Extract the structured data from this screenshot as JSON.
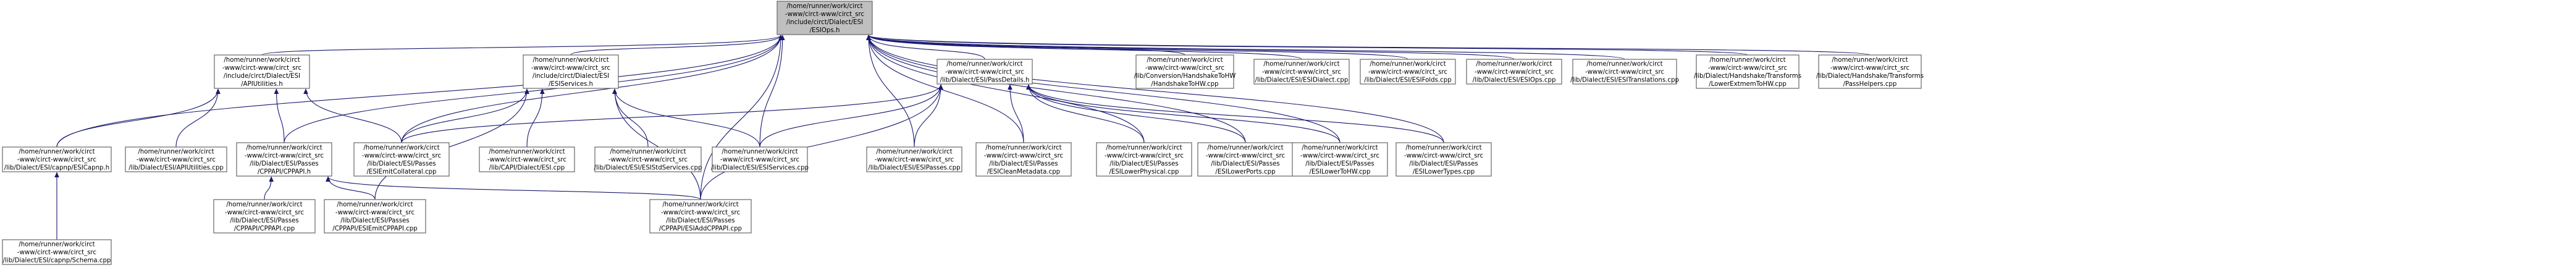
{
  "graph": {
    "type": "include-dependency-graph",
    "edge_color": "#191970",
    "root_fill": "#bfbfbf",
    "nodes": [
      {
        "id": "esiops_h",
        "lines": [
          "/home/runner/work/circt",
          "-www/circt-www/circt_src",
          "/include/circt/Dialect/ESI",
          "/ESIOps.h"
        ],
        "root": true
      },
      {
        "id": "apiutilities_h",
        "lines": [
          "/home/runner/work/circt",
          "-www/circt-www/circt_src",
          "/include/circt/Dialect/ESI",
          "/APIUtilities.h"
        ]
      },
      {
        "id": "esiservices_h",
        "lines": [
          "/home/runner/work/circt",
          "-www/circt-www/circt_src",
          "/include/circt/Dialect/ESI",
          "/ESIServices.h"
        ]
      },
      {
        "id": "esipassdetails_h",
        "lines": [
          "/home/runner/work/circt",
          "-www/circt-www/circt_src",
          "/lib/Dialect/ESI/PassDetails.h"
        ]
      },
      {
        "id": "handshaketohw_cpp",
        "lines": [
          "/home/runner/work/circt",
          "-www/circt-www/circt_src",
          "/lib/Conversion/HandshakeToHW",
          "/HandshakeToHW.cpp"
        ]
      },
      {
        "id": "esidialect_cpp",
        "lines": [
          "/home/runner/work/circt",
          "-www/circt-www/circt_src",
          "/lib/Dialect/ESI/ESIDialect.cpp"
        ]
      },
      {
        "id": "esifolds_cpp",
        "lines": [
          "/home/runner/work/circt",
          "-www/circt-www/circt_src",
          "/lib/Dialect/ESI/ESIFolds.cpp"
        ]
      },
      {
        "id": "esiops_cpp",
        "lines": [
          "/home/runner/work/circt",
          "-www/circt-www/circt_src",
          "/lib/Dialect/ESI/ESIOps.cpp"
        ]
      },
      {
        "id": "esitranslations_cpp",
        "lines": [
          "/home/runner/work/circt",
          "-www/circt-www/circt_src",
          "/lib/Dialect/ESI/ESITranslations.cpp"
        ]
      },
      {
        "id": "lowerextmemtohw_cpp",
        "lines": [
          "/home/runner/work/circt",
          "-www/circt-www/circt_src",
          "/lib/Dialect/Handshake/Transforms",
          "/LowerExtmemToHW.cpp"
        ]
      },
      {
        "id": "passhelpers_cpp",
        "lines": [
          "/home/runner/work/circt",
          "-www/circt-www/circt_src",
          "/lib/Dialect/Handshake/Transforms",
          "/PassHelpers.cpp"
        ]
      },
      {
        "id": "esicapnp_h",
        "lines": [
          "/home/runner/work/circt",
          "-www/circt-www/circt_src",
          "/lib/Dialect/ESI/capnp/ESICapnp.h"
        ]
      },
      {
        "id": "esiapiutilities_cpp",
        "lines": [
          "/home/runner/work/circt",
          "-www/circt-www/circt_src",
          "/lib/Dialect/ESI/APIUtilities.cpp"
        ]
      },
      {
        "id": "cppapi_h",
        "lines": [
          "/home/runner/work/circt",
          "-www/circt-www/circt_src",
          "/lib/Dialect/ESI/Passes",
          "/CPPAPI/CPPAPI.h"
        ]
      },
      {
        "id": "esiemitcollateral_cpp",
        "lines": [
          "/home/runner/work/circt",
          "-www/circt-www/circt_src",
          "/lib/Dialect/ESI/Passes",
          "/ESIEmitCollateral.cpp"
        ]
      },
      {
        "id": "capi_esi_cpp",
        "lines": [
          "/home/runner/work/circt",
          "-www/circt-www/circt_src",
          "/lib/CAPI/Dialect/ESI.cpp"
        ]
      },
      {
        "id": "esistdservices_cpp",
        "lines": [
          "/home/runner/work/circt",
          "-www/circt-www/circt_src",
          "/lib/Dialect/ESI/ESIStdServices.cpp"
        ]
      },
      {
        "id": "esiservices_cpp",
        "lines": [
          "/home/runner/work/circt",
          "-www/circt-www/circt_src",
          "/lib/Dialect/ESI/ESIServices.cpp"
        ]
      },
      {
        "id": "esipasses_cpp",
        "lines": [
          "/home/runner/work/circt",
          "-www/circt-www/circt_src",
          "/lib/Dialect/ESI/ESIPasses.cpp"
        ]
      },
      {
        "id": "esicleanmetadata_cpp",
        "lines": [
          "/home/runner/work/circt",
          "-www/circt-www/circt_src",
          "/lib/Dialect/ESI/Passes",
          "/ESICleanMetadata.cpp"
        ]
      },
      {
        "id": "esilowerphysical_cpp",
        "lines": [
          "/home/runner/work/circt",
          "-www/circt-www/circt_src",
          "/lib/Dialect/ESI/Passes",
          "/ESILowerPhysical.cpp"
        ]
      },
      {
        "id": "esilowerports_cpp",
        "lines": [
          "/home/runner/work/circt",
          "-www/circt-www/circt_src",
          "/lib/Dialect/ESI/Passes",
          "/ESILowerPorts.cpp"
        ]
      },
      {
        "id": "esilowertohw_cpp",
        "lines": [
          "/home/runner/work/circt",
          "-www/circt-www/circt_src",
          "/lib/Dialect/ESI/Passes",
          "/ESILowerToHW.cpp"
        ]
      },
      {
        "id": "esilowertypes_cpp",
        "lines": [
          "/home/runner/work/circt",
          "-www/circt-www/circt_src",
          "/lib/Dialect/ESI/Passes",
          "/ESILowerTypes.cpp"
        ]
      },
      {
        "id": "cppapi_cpp",
        "lines": [
          "/home/runner/work/circt",
          "-www/circt-www/circt_src",
          "/lib/Dialect/ESI/Passes",
          "/CPPAPI/CPPAPI.cpp"
        ]
      },
      {
        "id": "esiemitcppapi_cpp",
        "lines": [
          "/home/runner/work/circt",
          "-www/circt-www/circt_src",
          "/lib/Dialect/ESI/Passes",
          "/CPPAPI/ESIEmitCPPAPI.cpp"
        ]
      },
      {
        "id": "esiaddcppapi_cpp",
        "lines": [
          "/home/runner/work/circt",
          "-www/circt-www/circt_src",
          "/lib/Dialect/ESI/Passes",
          "/CPPAPI/ESIAddCPPAPI.cpp"
        ]
      },
      {
        "id": "schema_cpp",
        "lines": [
          "/home/runner/work/circt",
          "-www/circt-www/circt_src",
          "/lib/Dialect/ESI/capnp/Schema.cpp"
        ]
      }
    ],
    "edges": [
      [
        "apiutilities_h",
        "esiops_h"
      ],
      [
        "esiservices_h",
        "esiops_h"
      ],
      [
        "esipassdetails_h",
        "esiops_h"
      ],
      [
        "handshaketohw_cpp",
        "esiops_h"
      ],
      [
        "esidialect_cpp",
        "esiops_h"
      ],
      [
        "esifolds_cpp",
        "esiops_h"
      ],
      [
        "esiops_cpp",
        "esiops_h"
      ],
      [
        "esitranslations_cpp",
        "esiops_h"
      ],
      [
        "lowerextmemtohw_cpp",
        "esiops_h"
      ],
      [
        "passhelpers_cpp",
        "esiops_h"
      ],
      [
        "esicapnp_h",
        "esiops_h"
      ],
      [
        "cppapi_h",
        "esiops_h"
      ],
      [
        "esiemitcollateral_cpp",
        "esiops_h"
      ],
      [
        "esiservices_cpp",
        "esiops_h"
      ],
      [
        "esipasses_cpp",
        "esiops_h"
      ],
      [
        "esicleanmetadata_cpp",
        "esiops_h"
      ],
      [
        "esilowerphysical_cpp",
        "esiops_h"
      ],
      [
        "esilowerports_cpp",
        "esiops_h"
      ],
      [
        "esilowertohw_cpp",
        "esiops_h"
      ],
      [
        "esilowertypes_cpp",
        "esiops_h"
      ],
      [
        "esiaddcppapi_cpp",
        "esiops_h"
      ],
      [
        "esicapnp_h",
        "apiutilities_h"
      ],
      [
        "esiapiutilities_cpp",
        "apiutilities_h"
      ],
      [
        "cppapi_h",
        "apiutilities_h"
      ],
      [
        "esiemitcollateral_cpp",
        "apiutilities_h"
      ],
      [
        "esiemitcollateral_cpp",
        "esiservices_h"
      ],
      [
        "capi_esi_cpp",
        "esiservices_h"
      ],
      [
        "esistdservices_cpp",
        "esiservices_h"
      ],
      [
        "esiservices_cpp",
        "esiservices_h"
      ],
      [
        "esiaddcppapi_cpp",
        "esiservices_h"
      ],
      [
        "esiemitcppapi_cpp",
        "esiservices_h"
      ],
      [
        "esiemitcollateral_cpp",
        "esipassdetails_h"
      ],
      [
        "esiservices_cpp",
        "esipassdetails_h"
      ],
      [
        "esipasses_cpp",
        "esipassdetails_h"
      ],
      [
        "esicleanmetadata_cpp",
        "esipassdetails_h"
      ],
      [
        "esilowerphysical_cpp",
        "esipassdetails_h"
      ],
      [
        "esilowerports_cpp",
        "esipassdetails_h"
      ],
      [
        "esilowertohw_cpp",
        "esipassdetails_h"
      ],
      [
        "esilowertypes_cpp",
        "esipassdetails_h"
      ],
      [
        "esiaddcppapi_cpp",
        "esipassdetails_h"
      ],
      [
        "schema_cpp",
        "esicapnp_h"
      ],
      [
        "cppapi_cpp",
        "cppapi_h"
      ],
      [
        "esiemitcppapi_cpp",
        "cppapi_h"
      ],
      [
        "esiaddcppapi_cpp",
        "cppapi_h"
      ]
    ]
  }
}
